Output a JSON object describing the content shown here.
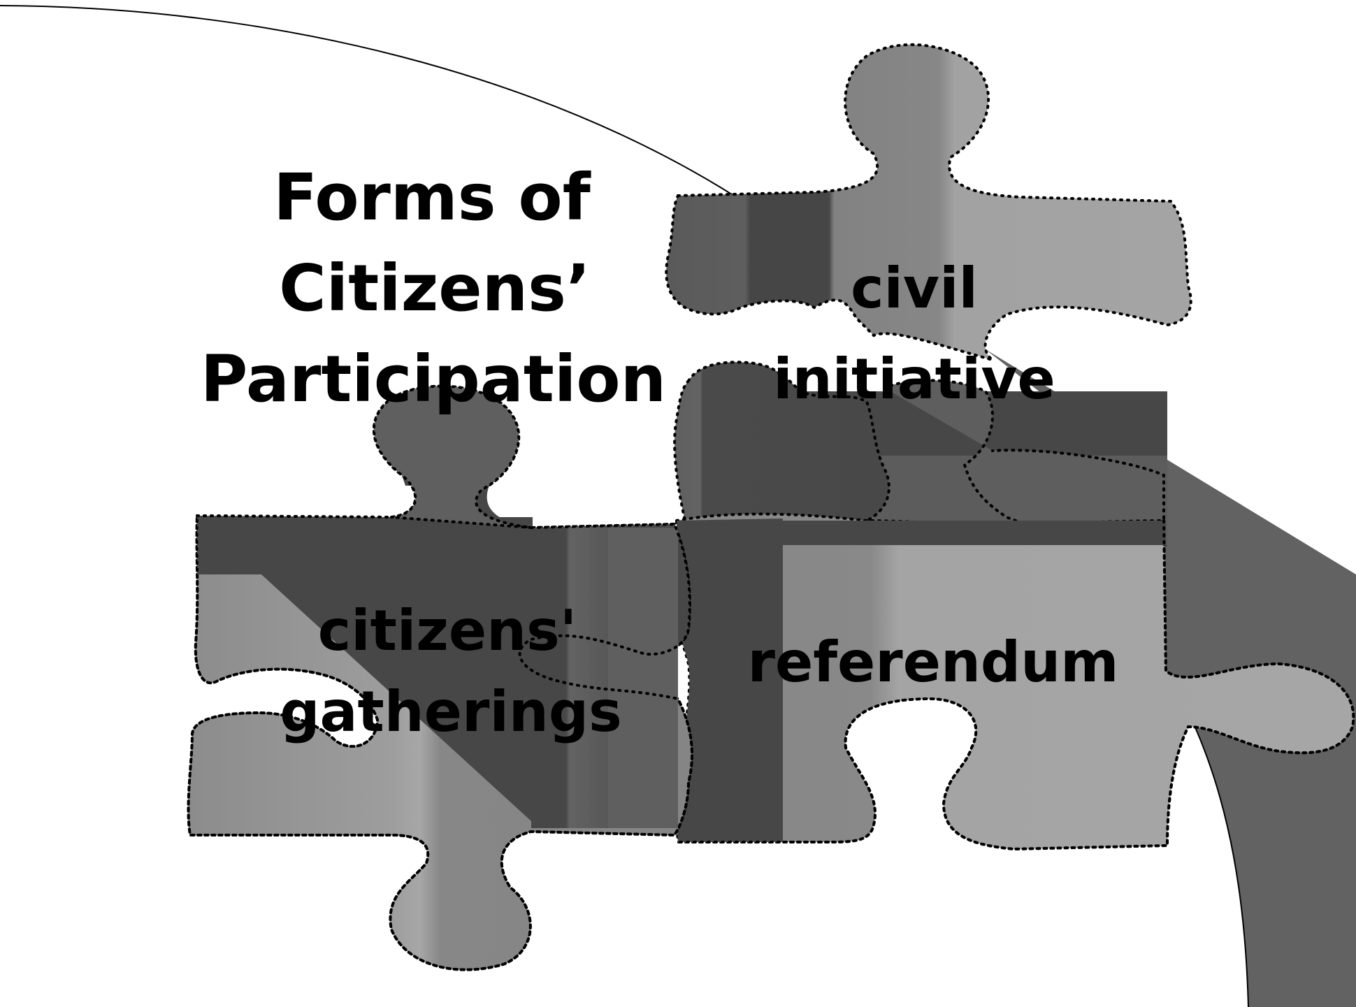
{
  "title": {
    "line1": "Forms of",
    "line2": "Citizens’",
    "line3": "Participation"
  },
  "pieces": {
    "civil_initiative": {
      "line1": "civil",
      "line2": "initiative"
    },
    "citizens_gatherings": {
      "line1": "citizens'",
      "line2": "gatherings"
    },
    "referendum": {
      "line1": "referendum"
    }
  },
  "colors": {
    "background": "#ffffff",
    "light_gray": "#a0a0a0",
    "mid_gray": "#888888",
    "dark_gray": "#606060",
    "darkest_gray": "#474747",
    "outline": "#000000"
  }
}
